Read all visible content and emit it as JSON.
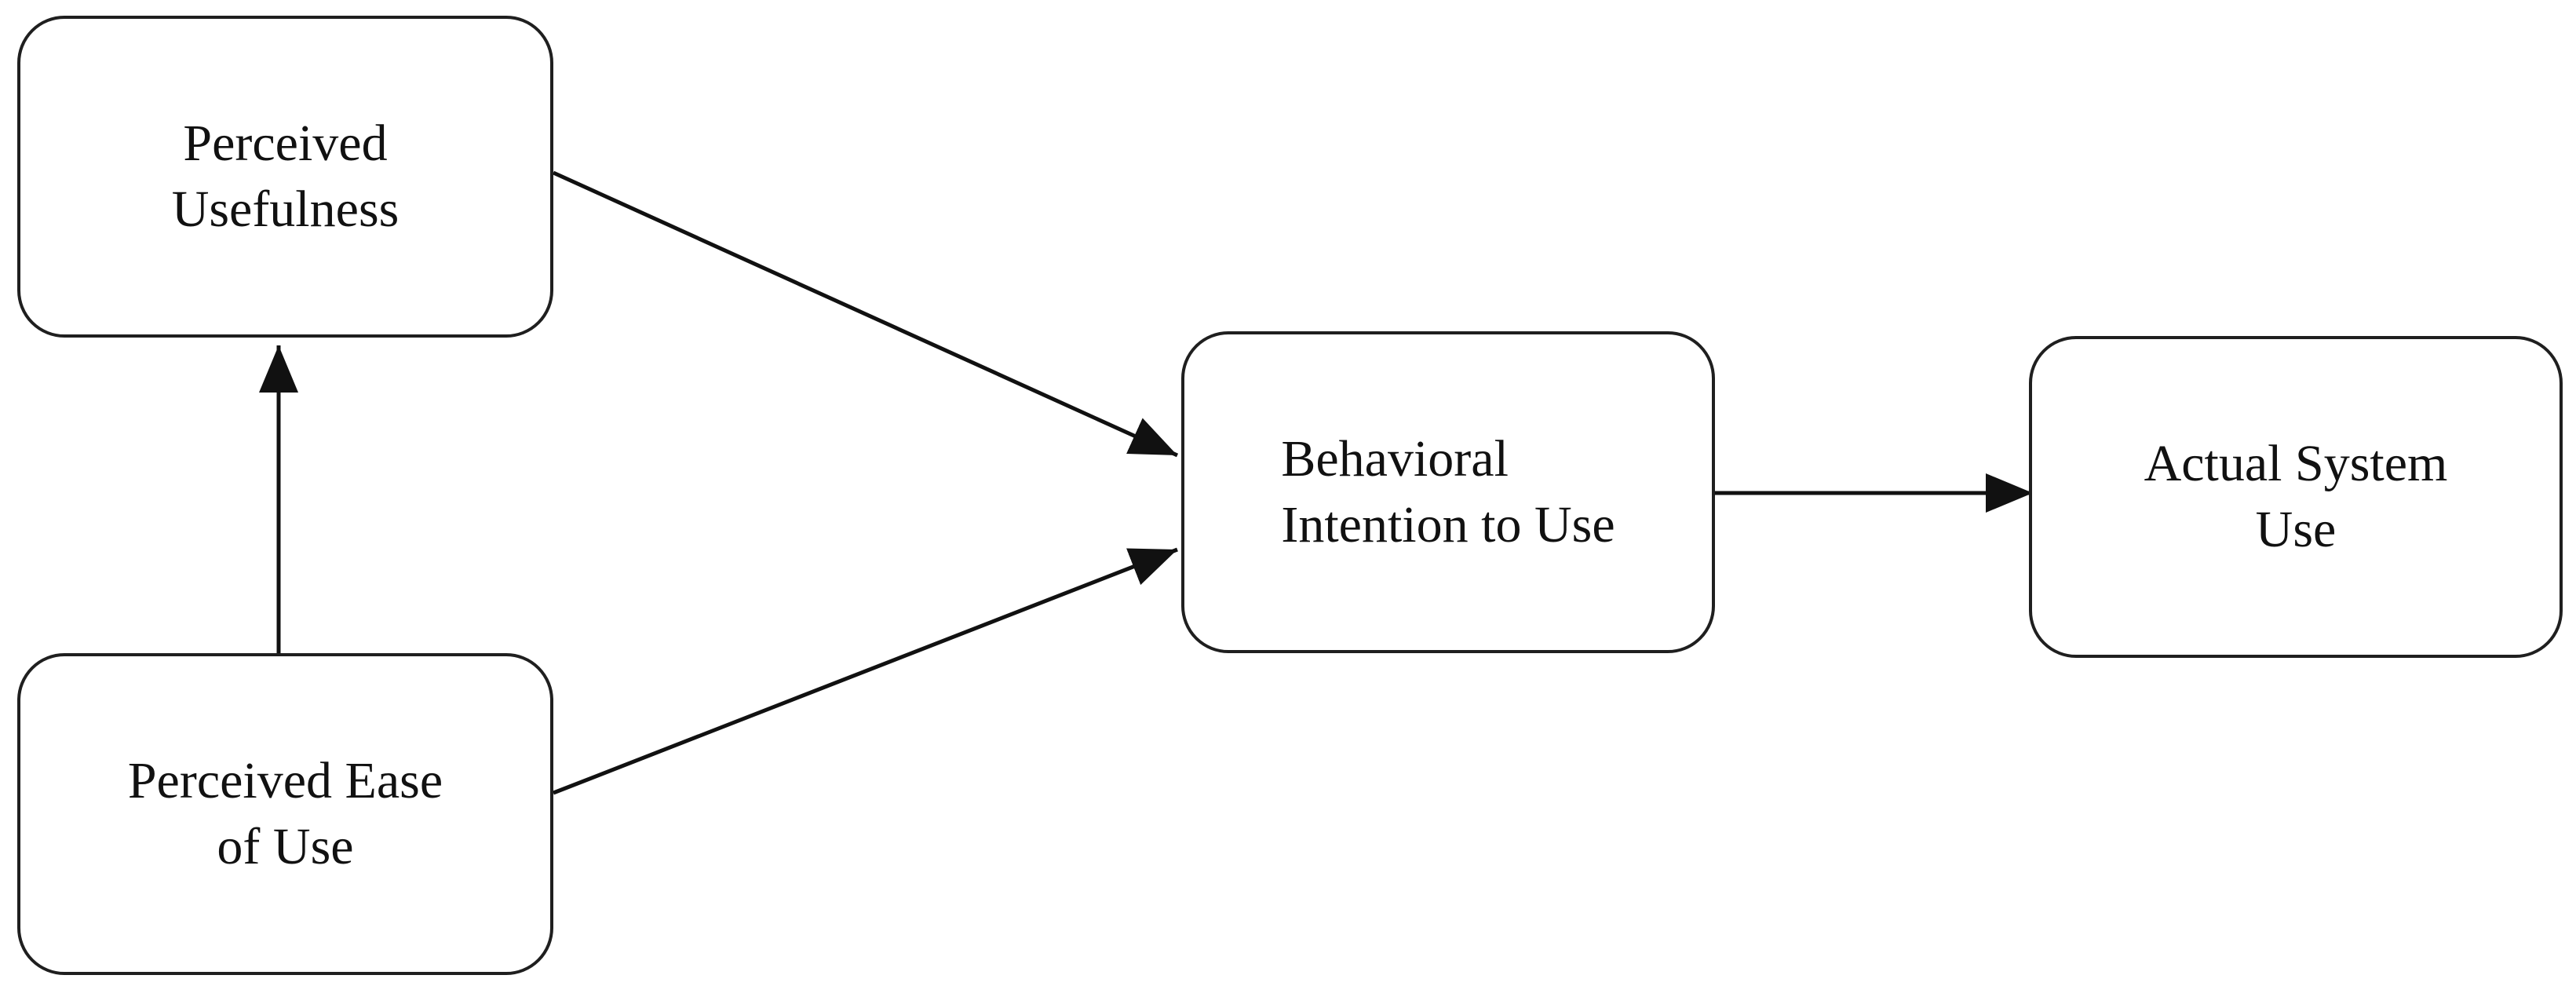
{
  "diagram": {
    "nodes": {
      "perceived_usefulness": {
        "label": "Perceived\nUsefulness"
      },
      "perceived_ease_of_use": {
        "label": "Perceived Ease\nof Use"
      },
      "behavioral_intention": {
        "label": "Behavioral\nIntention to Use"
      },
      "actual_system_use": {
        "label": "Actual System\nUse"
      }
    },
    "edges": [
      {
        "from": "Perceived Ease of Use",
        "to": "Perceived Usefulness"
      },
      {
        "from": "Perceived Usefulness",
        "to": "Behavioral Intention to Use"
      },
      {
        "from": "Perceived Ease of Use",
        "to": "Behavioral Intention to Use"
      },
      {
        "from": "Behavioral Intention to Use",
        "to": "Actual System Use"
      }
    ],
    "colors": {
      "stroke": "#1f1f1f",
      "background": "#ffffff"
    }
  }
}
